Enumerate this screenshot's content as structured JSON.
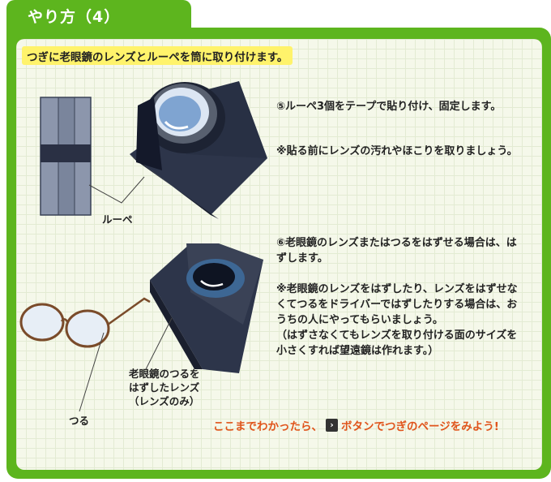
{
  "header": {
    "title": "やり方（4）"
  },
  "intro": "つぎに老眼鏡のレンズとルーペを筒に取り付けます。",
  "step5": {
    "text": "⑤ルーペ3個をテープで貼り付け、固定します。",
    "note": "※貼る前にレンズの汚れやほこりを取りましょう。"
  },
  "step6": {
    "text": "⑥老眼鏡のレンズまたはつるをはずせる場合は、はずします。",
    "note": "※老眼鏡のレンズをはずしたり、レンズをはずせなくてつるをドライバーではずしたりする場合は、おうちの人にやってもらいましょう。\n（はずさなくてもレンズを取り付ける面のサイズを小さくすれば望遠鏡は作れます。）"
  },
  "labels": {
    "loupe": "ルーペ",
    "lens": "老眼鏡のつるを\nはずしたレンズ\n（レンズのみ）",
    "temple": "つる"
  },
  "footer": {
    "before": "ここまでわかったら、",
    "button_icon": "next-arrow-icon",
    "after": "ボタンでつぎのページをみよう!"
  },
  "colors": {
    "frame": "#5db51e",
    "highlight": "#fff36b",
    "footer_text": "#e0541b"
  }
}
